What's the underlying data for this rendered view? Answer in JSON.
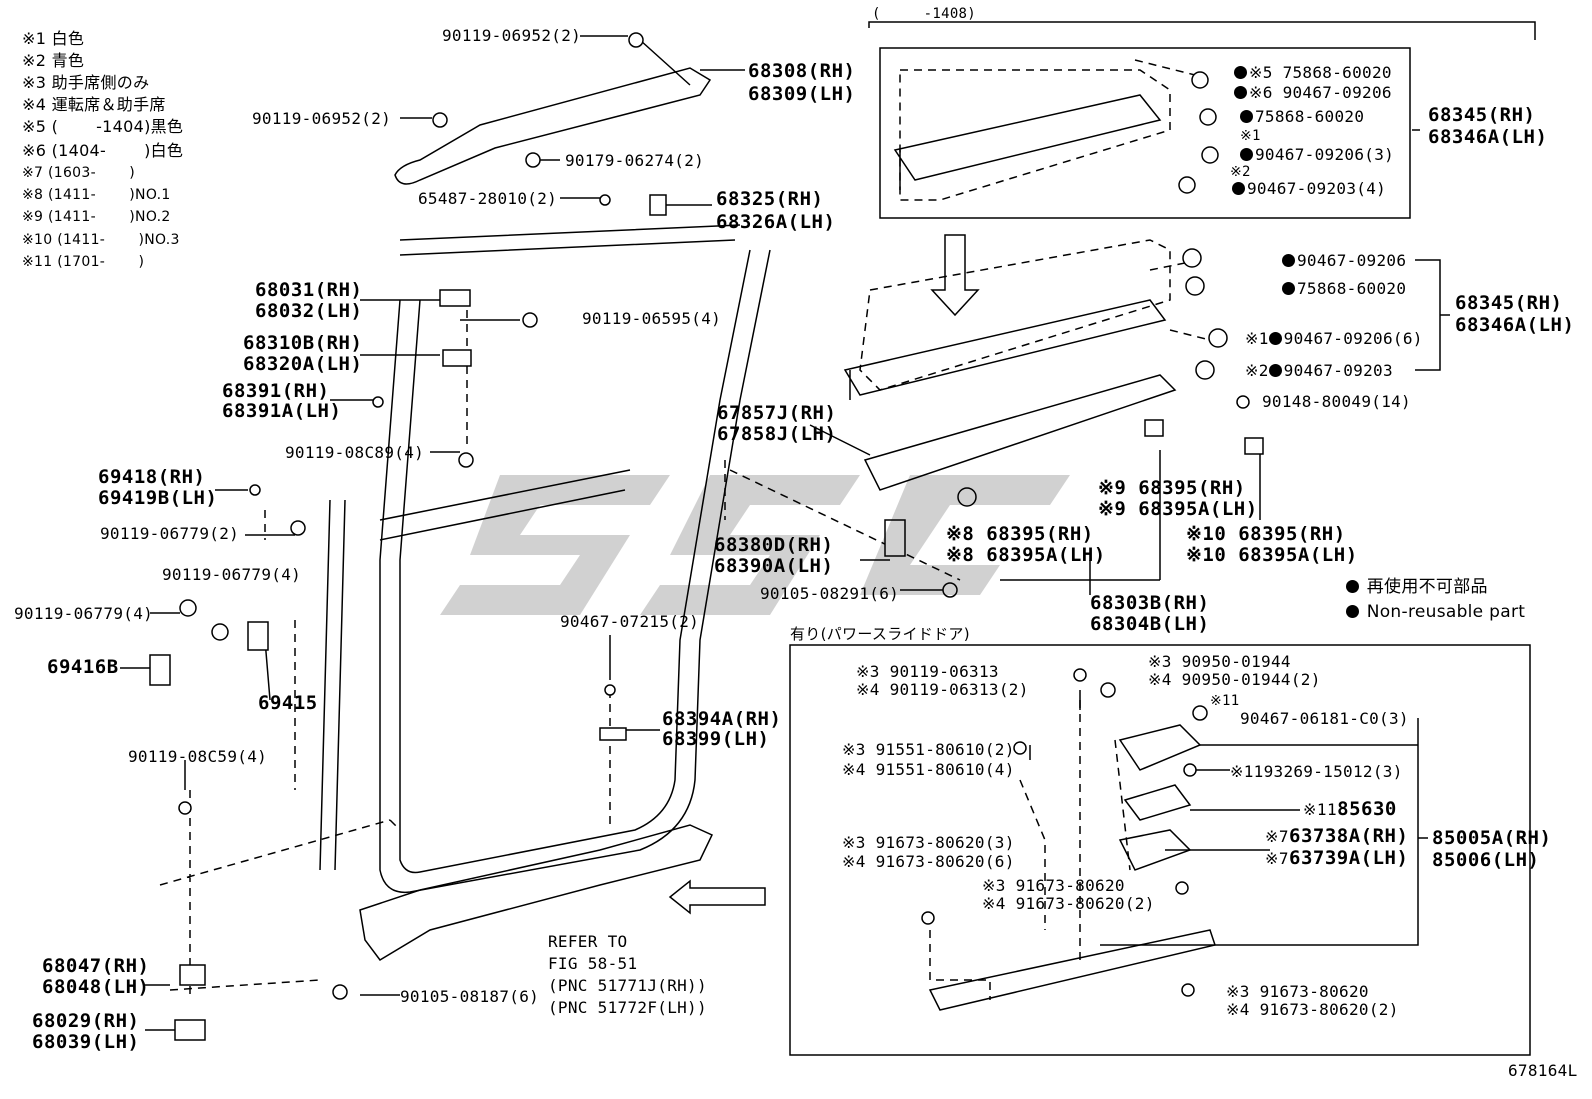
{
  "legend": [
    "※1 白色",
    "※2 青色",
    "※3 助手席側のみ",
    "※4 運転席＆助手席",
    "※5 (　　 -1404)黒色",
    "※6 (1404-　　 )白色",
    "※7 (1603-　　 )",
    "※8 (1411-　　 )NO.1",
    "※9 (1411-　　 )NO.2",
    "※10 (1411-　　 )NO.3",
    "※11 (1701-　　 )"
  ],
  "top_range_label": "(　　　-1408)",
  "power_slide_label": "有り(パワースライドドア)",
  "nonreusable_jp": "再使用不可部品",
  "nonreusable_en": "Non-reusable part",
  "diagram_id": "678164L",
  "refer": [
    "REFER TO",
    "FIG 58-51",
    "(PNC 51771J(RH))",
    "(PNC 51772F(LH))"
  ],
  "labels": {
    "l01": "90119-06952(2)",
    "l02": "90119-06952(2)",
    "l03": "90179-06274(2)",
    "l04": "65487-28010(2)",
    "l05a": "68308(RH)",
    "l05b": "68309(LH)",
    "l06a": "68325(RH)",
    "l06b": "68326A(LH)",
    "l07a": "68031(RH)",
    "l07b": "68032(LH)",
    "l08": "90119-06595(4)",
    "l09a": "68310B(RH)",
    "l09b": "68320A(LH)",
    "l10a": "68391(RH)",
    "l10b": "68391A(LH)",
    "l11": "90119-08C89(4)",
    "l12a": "69418(RH)",
    "l12b": "69419B(LH)",
    "l13": "90119-06779(2)",
    "l14": "90119-06779(4)",
    "l15": "90119-06779(4)",
    "l16": "69416B",
    "l17": "69415",
    "l18": "90119-08C59(4)",
    "l19a": "68047(RH)",
    "l19b": "68048(LH)",
    "l20": "90105-08187(6)",
    "l21a": "68029(RH)",
    "l21b": "68039(LH)",
    "l22": "90467-07215(2)",
    "l23a": "68394A(RH)",
    "l23b": "68399(LH)",
    "l24a": "67857J(RH)",
    "l24b": "67858J(LH)",
    "l25a": "68380D(RH)",
    "l25b": "68390A(LH)",
    "l26": "90105-08291(6)",
    "l27a": "68345(RH)",
    "l27b": "68346A(LH)",
    "l28": "※5 75868-60020",
    "l29": "※6 90467-09206",
    "l30": "75868-60020",
    "l31": "90467-09206(3)",
    "l32": "90467-09203(4)",
    "l33": "90467-09206",
    "l34": "75868-60020",
    "l35": "90467-09206(6)",
    "l36": "90467-09203",
    "l37a": "68345(RH)",
    "l37b": "68346A(LH)",
    "l38": "90148-80049(14)",
    "l39a": "※9 68395(RH)",
    "l39b": "※9 68395A(LH)",
    "l40a": "※8 68395(RH)",
    "l40b": "※8 68395A(LH)",
    "l41a": "※10 68395(RH)",
    "l41b": "※10 68395A(LH)",
    "l42a": "68303B(RH)",
    "l42b": "68304B(LH)",
    "p01a": "※3 90119-06313",
    "p01b": "※4 90119-06313(2)",
    "p02a": "※3 90950-01944",
    "p02b": "※4 90950-01944(2)",
    "p03": "90467-06181-C0(3)",
    "p04a": "※3 91551-80610(2)",
    "p04b": "※4 91551-80610(4)",
    "p05": "93269-15012(3)",
    "p06": "85630",
    "p07a": "63738A(RH)",
    "p07b": "63739A(LH)",
    "p08a": "85005A(RH)",
    "p08b": "85006(LH)",
    "p09a": "※3 91673-80620(3)",
    "p09b": "※4 91673-80620(6)",
    "p10a": "※3 91673-80620",
    "p10b": "※4 91673-80620(2)",
    "p11a": "※3 91673-80620",
    "p11b": "※4 91673-80620(2)",
    "m1": "※1",
    "m2": "※2",
    "m11": "※11",
    "m11b": "※11",
    "m11c": "※11",
    "m7a": "※7",
    "m7b": "※7",
    "m1b": "※1",
    "m2b": "※2"
  }
}
